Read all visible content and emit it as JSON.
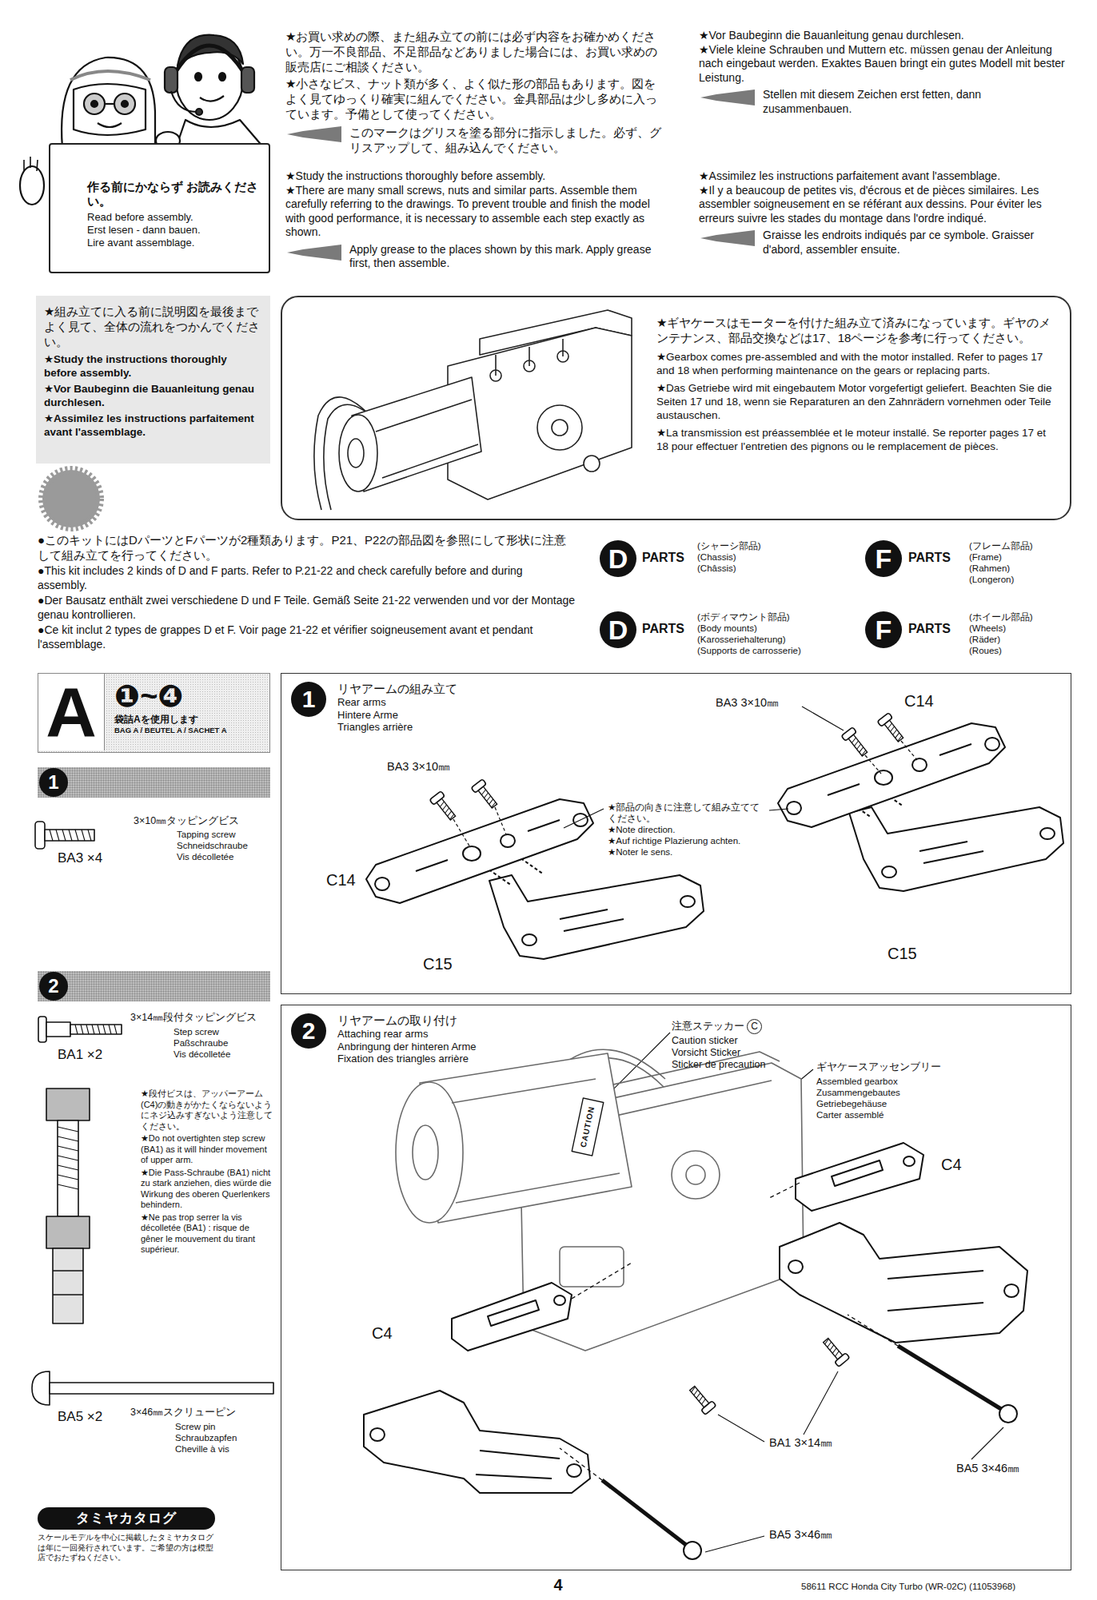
{
  "diagram": {
    "nodes": [
      {
        "text": [
          "作る前にかならず お読みください。",
          "Read before assembly.",
          "Erst lesen - dann bauen.",
          "Lire avant assemblage."
        ]
      },
      {
        "text": [
          "★組み立てに入る前に説明図を最後までよく見て、全体の流れをつかんでください。",
          "★Study the instructions thoroughly before assembly.",
          "★Vor Baubeginn die Bauanleitung genau durchlesen.",
          "★Assimilez les instructions parfaitement avant l'assemblage."
        ]
      },
      {
        "text": [
          "★ギヤケースはモーターを付けた組み立て済みになっています。ギヤのメンテナンス、部品交換などは17、18ページを参考に行ってください。",
          "★Gearbox comes pre-assembled and with the motor installed. Refer to pages 17 and 18 when performing maintenance on the gears or replacing parts.",
          "★Das Getriebe wird mit eingebautem Motor vorgefertigt geliefert. Beachten Sie die Seiten 17 und 18, wenn sie Reparaturen an den Zahnrädern vornehmen oder Teile austauschen.",
          "★La transmission est préassemblée et le moteur installé. Se reporter pages 17 et 18 pour effectuer l'entretien des pignons ou le remplacement de pièces."
        ]
      },
      {
        "text": [
          "D"
        ]
      },
      {
        "text": [
          "F"
        ]
      },
      {
        "text": [
          "D"
        ]
      },
      {
        "text": [
          "F"
        ]
      },
      {
        "text": [
          "A",
          "❶~❹",
          "袋詰Aを使用します",
          "BAG A / BEUTEL A / SACHET A"
        ]
      },
      {
        "text": [
          "1"
        ]
      },
      {
        "text": [
          "1",
          "リヤアームの組み立て",
          "Rear arms",
          "Hintere Arme",
          "Triangles arrière"
        ]
      },
      {
        "text": [
          "2"
        ]
      },
      {
        "text": [
          "2",
          "リヤアームの取り付け",
          "Attaching rear arms",
          "Anbringung der hinteren Arme",
          "Fixation des triangles arrière"
        ]
      },
      {
        "text": [
          "タミヤカタログ"
        ]
      }
    ],
    "labels": [
      "★お買い求めの際、また組み立ての前には必ず内容をお確かめください。万一不良部品、不足部品などありました場合には、お買い求めの販売店にご相談ください。",
      "★小さなビス、ナット類が多く、よく似た形の部品もあります。図をよく見てゆっくり確実に組んでください。金具部品は少し多めに入っています。予備として使ってください。",
      "このマークはグリスを塗る部分に指示しました。必ず、グリスアップして、組み込んでください。",
      "★Study the instructions thoroughly before assembly.",
      "★There are many small screws, nuts and similar parts. Assemble them carefully referring to the drawings. To prevent trouble and finish the model with good performance, it is necessary to assemble each step exactly as shown.",
      "Apply grease to the places shown by this mark. Apply grease first, then assemble.",
      "★Vor Baubeginn die Bauanleitung genau durchlesen.",
      "★Viele kleine Schrauben und Muttern etc. müssen genau der Anleitung nach eingebaut werden. Exaktes Bauen bringt ein gutes Modell mit bester Leistung.",
      "Stellen mit diesem Zeichen erst fetten, dann zusammenbauen.",
      "★Assimilez les instructions parfaitement avant l'assemblage.",
      "★Il y a beaucoup de petites vis, d'écrous et de pièces similaires. Les assembler soigneusement en se référant aux dessins. Pour éviter les erreurs suivre les stades du montage dans l'ordre indiqué.",
      "Graisse les endroits indiqués par ce symbole. Graisser d'abord, assembler ensuite.",
      "●このキットにはDパーツとFパーツが2種類あります。P21、P22の部品図を参照にして形状に注意して組み立てを行ってください。",
      "●This kit includes 2 kinds of D and F parts. Refer to P.21-22 and check carefully before and during assembly.",
      "●Der Bausatz enthält zwei verschiedene D und F Teile. Gemäß Seite 21-22 verwenden und vor der Montage genau kontrollieren.",
      "●Ce kit inclut 2 types de grappes D et F. Voir page 21-22 et vérifier soigneusement avant et pendant l'assemblage.",
      "PARTS",
      "(シャーシ部品)",
      "(Chassis)",
      "(Châssis)",
      "PARTS",
      "(フレーム部品)",
      "(Frame)",
      "(Rahmen)",
      "(Longeron)",
      "PARTS",
      "(ボディマウント部品)",
      "(Body mounts)",
      "(Karosseriehalterung)",
      "(Supports de carrosserie)",
      "PARTS",
      "(ホイール部品)",
      "(Wheels)",
      "(Räder)",
      "(Roues)",
      "3×10㎜タッピングビス",
      "Tapping screw",
      "Schneidschraube",
      "Vis décolletée",
      "BA3 ×4",
      "BA3 3×10㎜",
      "C14",
      "BA3 3×10㎜",
      "★部品の向きに注意して組み立ててください。",
      "★Note direction.",
      "★Auf richtige Plazierung achten.",
      "★Noter le sens.",
      "C14",
      "C15",
      "C15",
      "3×14㎜段付タッピングビス",
      "Step screw",
      "Paßschraube",
      "Vis décolletée",
      "BA1 ×2",
      "★段付ビスは、アッパーアーム(C4)の動きがかたくならないようにネジ込みすぎないよう注意してください。",
      "★Do not overtighten step screw (BA1) as it will hinder movement of upper arm.",
      "★Die Pass-Schraube (BA1) nicht zu stark anziehen, dies würde die Wirkung des oberen Querlenkers behindern.",
      "★Ne pas trop serrer la vis décolletée (BA1) : risque de gêner le mouvement du tirant supérieur.",
      "BA5 ×2",
      "3×46㎜スクリューピン",
      "Screw pin",
      "Schraubzapfen",
      "Cheville à vis",
      "注意ステッカー",
      "C",
      "Caution sticker",
      "Vorsicht Sticker",
      "Sticker de precaution",
      "ギヤケースアッセンブリー",
      "Assembled gearbox",
      "Zusammengebautes Getriebegehäuse",
      "Carter assemblé",
      "C4",
      "C4",
      "CAUTION",
      "BA1 3×14㎜",
      "BA5 3×46㎜",
      "BA5 3×46㎜",
      "スケールモデルを中心に掲載したタミヤカタログは年に一回発行されています。ご希望の方は模型店でおたずねください。",
      "4",
      "58611 RCC Honda City Turbo (WR-02C) (11053968)"
    ]
  }
}
